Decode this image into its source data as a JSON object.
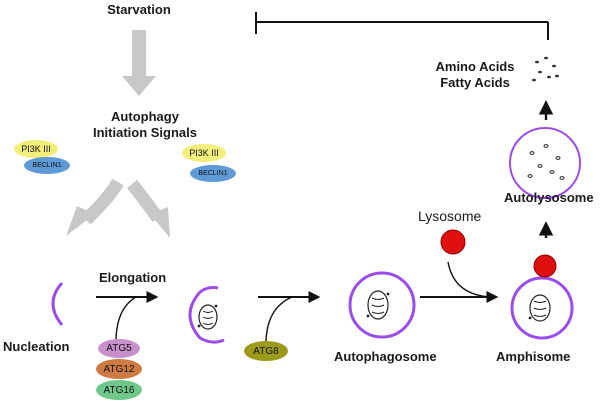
{
  "labels": {
    "starvation": "Starvation",
    "initiation_line1": "Autophagy",
    "initiation_line2": "Initiation Signals",
    "nucleation": "Nucleation",
    "elongation": "Elongation",
    "autophagosome": "Autophagosome",
    "lysosome": "Lysosome",
    "amphisome": "Amphisome",
    "autolysosome": "Autolysosome",
    "products_line1": "Amino Acids",
    "products_line2": "Fatty Acids"
  },
  "proteins": {
    "pi3k_left": "PI3K III",
    "beclin_left": "BECLIN1",
    "pi3k_right": "PI3K III",
    "beclin_right": "BECLIN1",
    "atg5": "ATG5",
    "atg12": "ATG12",
    "atg16": "ATG16",
    "atg8": "ATG8"
  },
  "colors": {
    "membrane": "#9b4dea",
    "pi3k": "#f2ee7a",
    "beclin": "#5e9ad6",
    "atg5": "#c98fcb",
    "atg12": "#cd7a43",
    "atg16": "#6fc88a",
    "atg8": "#9c9a1a",
    "lysosome": "#e01010",
    "gray_arrow": "#c8c8c8"
  }
}
